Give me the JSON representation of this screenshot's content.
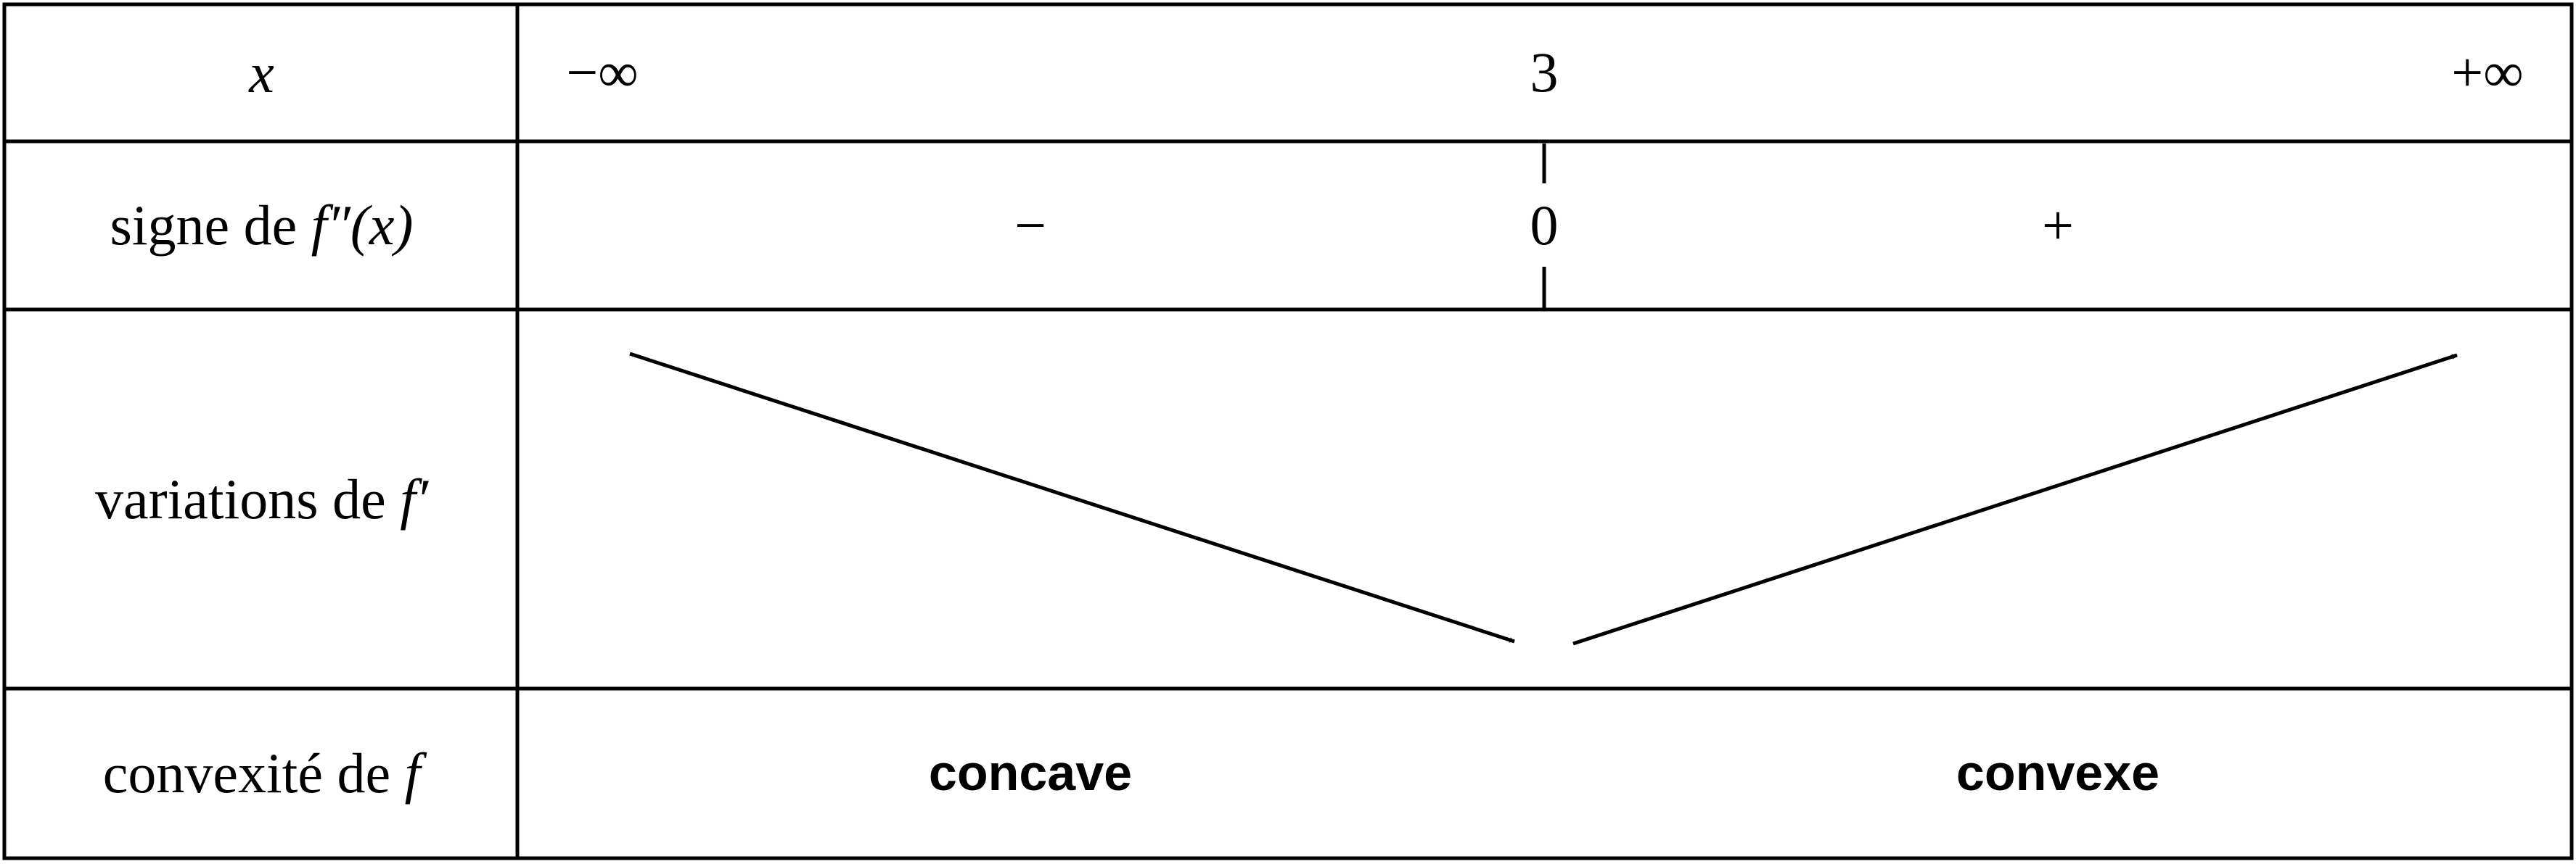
{
  "table": {
    "rows": {
      "x": {
        "label": "x",
        "values": {
          "left": "−∞",
          "middle": "3",
          "right": "+∞"
        }
      },
      "second_derivative_sign": {
        "label_prefix": "signe de ",
        "label_function": "f″(x)",
        "signs": {
          "left": "−",
          "zero": "0",
          "right": "+"
        }
      },
      "first_derivative_variations": {
        "label_prefix": "variations de ",
        "label_function": "f′",
        "arrows": [
          {
            "direction": "decreasing",
            "from": "−∞",
            "to": "3"
          },
          {
            "direction": "increasing",
            "from": "3",
            "to": "+∞"
          }
        ]
      },
      "convexity": {
        "label_prefix": "convexité de ",
        "label_function": "f",
        "left": "concave",
        "right": "convexe"
      }
    },
    "line_color": "#000000"
  }
}
